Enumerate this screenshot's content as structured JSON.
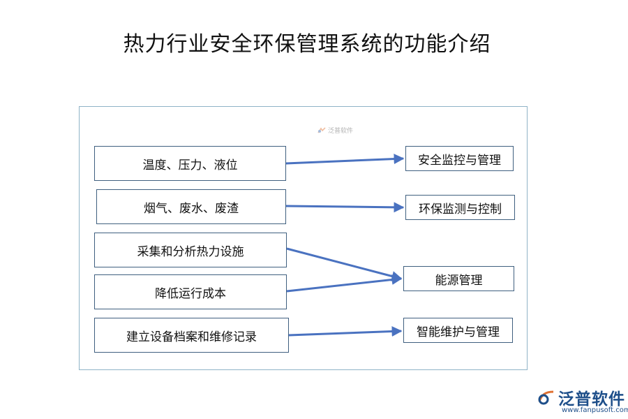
{
  "title": "热力行业安全环保管理系统的功能介绍",
  "watermark": "泛普软件",
  "inputs": [
    "温度、压力、液位",
    "烟气、废水、废渣",
    "采集和分析热力设施",
    "降低运行成本",
    "建立设备档案和维修记录"
  ],
  "outputs": [
    "安全监控与管理",
    "环保监测与控制",
    "能源管理",
    "智能维护与管理"
  ],
  "links": [
    [
      0,
      0
    ],
    [
      1,
      1
    ],
    [
      2,
      2
    ],
    [
      3,
      2
    ],
    [
      4,
      3
    ]
  ],
  "logo": {
    "name": "泛普软件",
    "url": "www.fanpusoft.com"
  },
  "colors": {
    "arrow": "#4a72c0",
    "box_border": "#3f5f7f",
    "frame": "#8fb3c7",
    "logo": "#1e4f8a"
  }
}
